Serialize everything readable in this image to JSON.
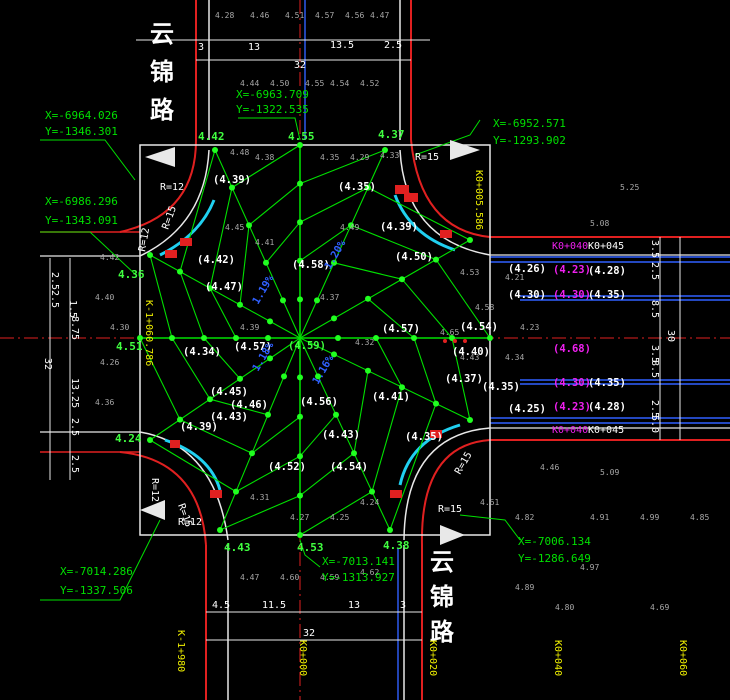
{
  "colors": {
    "background": "#000000",
    "road_edge": "#e02020",
    "road_edge_white": "#e8e8e8",
    "curb_cyan": "#20d0f0",
    "green": "#00e000",
    "bright_green": "#40ff40",
    "yellow": "#f0f000",
    "magenta": "#f020f0",
    "blue": "#3060ff",
    "white": "#ffffff",
    "gray": "#b0b0b0"
  },
  "road_names": {
    "north": [
      "云",
      "锦",
      "路"
    ],
    "south": [
      "云",
      "锦",
      "路"
    ]
  },
  "dims": {
    "top_segments": [
      "3",
      "13",
      "13.5",
      "2.5"
    ],
    "top_total": "32",
    "bottom_segments": [
      "4.5",
      "11.5",
      "13",
      "3"
    ],
    "bottom_total": "32",
    "left_segments": [
      "2.5",
      "2.5",
      "1.5",
      "8.75",
      "13.25",
      "2.5",
      "2.5"
    ],
    "left_total": "32",
    "right_segments": [
      "3.5",
      "2.5",
      "8.5",
      "3.5",
      "8.5",
      "2.5",
      "5.0"
    ],
    "right_total": "30"
  },
  "coords": {
    "nw": [
      "X=-6964.026",
      "Y=-1346.301"
    ],
    "n": [
      "X=-6963.709",
      "Y=-1322.535"
    ],
    "ne": [
      "X=-6952.571",
      "Y=-1293.902"
    ],
    "w": [
      "X=-6986.296",
      "Y=-1343.091"
    ],
    "sw": [
      "X=-7014.286",
      "Y=-1337.506"
    ],
    "s": [
      "X=-7013.141",
      "Y=-1313.927"
    ],
    "se": [
      "X=-7006.134",
      "Y=-1286.649"
    ]
  },
  "radii": {
    "nw": "R=12",
    "nw_b": "R=15",
    "nw_c": "R=12",
    "ne": "R=15",
    "se": "R=15",
    "se_b": "R=15",
    "sw": "R=12",
    "sw_b": "R=15",
    "sw_c": "R=12"
  },
  "corner_elev": {
    "nw": "4.42",
    "n": "4.55",
    "ne": "4.37",
    "w": "4.51",
    "sw_edge": "4.24",
    "s_w": "4.43",
    "s": "4.53",
    "s_e": "4.38",
    "w_top": "4.36"
  },
  "stations": {
    "k_1_060": "K-1+060.786",
    "k0_005": "K0+005.586",
    "k0_040_a": "K0+040",
    "k0_045_a": "K0+045",
    "k0_040_b": "K0+040",
    "k0_045_b": "K0+045",
    "bottom_1": "K-1+980",
    "bottom_2": "K0+000",
    "bottom_3": "K0+020",
    "bottom_4": "K0+040",
    "bottom_5": "K0+060"
  },
  "interior_elev": {
    "center": "(4.59)",
    "c_w": "(4.57)",
    "c_e": "(4.57)",
    "c_n": "(4.58)",
    "c_s": "(4.56)",
    "nw1": "(4.39)",
    "nw2": "(4.42)",
    "nw3": "(4.47)",
    "ne1": "(4.35)",
    "ne2": "(4.39)",
    "ne3": "(4.50)",
    "ne4": "(4.54)",
    "e1": "(4.40)",
    "e2": "(4.35)",
    "e3": "(4.37)",
    "sw1": "(4.39)",
    "sw2": "(4.43)",
    "sw3": "(4.46)",
    "se1": "(4.41)",
    "se2": "(4.35)",
    "se3": "(4.43)",
    "s1": "(4.52)",
    "s2": "(4.54)",
    "w1": "(4.34)",
    "w2": "(4.45)",
    "slope_1": "1.19%",
    "slope_2": "1.20%",
    "slope_3": "1.18%",
    "slope_4": "1.16%"
  },
  "right_elev": {
    "r1": "(4.26)",
    "r2": "(4.28)",
    "r3": "(4.30)",
    "r4": "(4.35)",
    "r5": "(4.68)",
    "r6": "(4.35)",
    "r7": "(4.25)",
    "r8": "(4.28)",
    "m1": "(4.23)",
    "m2": "(4.30)",
    "m3": "(4.30)",
    "m4": "(4.23)"
  },
  "scatter_elev": [
    "4.28",
    "4.46",
    "4.51",
    "4.57",
    "4.56",
    "4.47",
    "4.44",
    "4.50",
    "4.55",
    "4.54",
    "4.52",
    "4.48",
    "4.38",
    "4.35",
    "4.29",
    "4.33",
    "4.42",
    "4.40",
    "4.30",
    "4.26",
    "4.36",
    "4.45",
    "4.49",
    "4.53",
    "4.58",
    "4.43",
    "4.41",
    "4.39",
    "4.37",
    "4.32",
    "4.31",
    "4.27",
    "4.25",
    "4.24",
    "4.47",
    "4.60",
    "4.59",
    "4.62",
    "5.25",
    "5.08",
    "5.09",
    "4.82",
    "4.91",
    "4.89",
    "4.97",
    "4.99",
    "4.85",
    "4.80",
    "4.69",
    "4.61",
    "4.65",
    "4.21",
    "4.23",
    "4.34",
    "4.46"
  ]
}
